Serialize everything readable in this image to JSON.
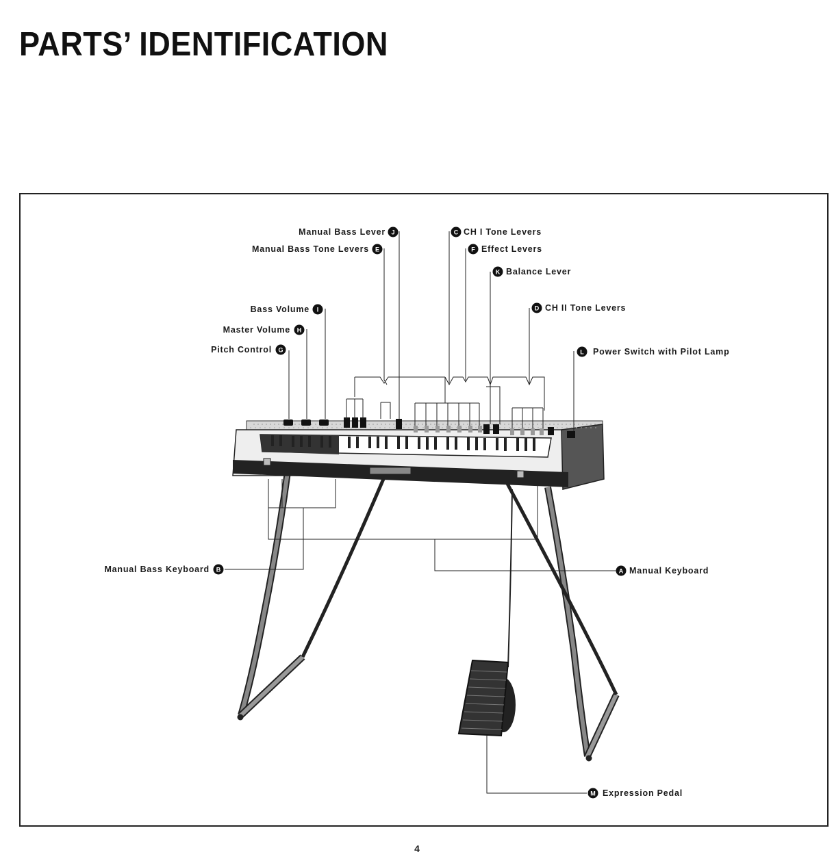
{
  "title": "PARTS’ IDENTIFICATION",
  "page_number": "4",
  "callouts": {
    "A": {
      "marker": "A",
      "label": "Manual Keyboard"
    },
    "B": {
      "marker": "B",
      "label": "Manual Bass Keyboard"
    },
    "C": {
      "marker": "C",
      "label": "CH I Tone Levers"
    },
    "D": {
      "marker": "D",
      "label": "CH II Tone Levers"
    },
    "E": {
      "marker": "E",
      "label": "Manual Bass Tone Levers"
    },
    "F": {
      "marker": "F",
      "label": "Effect Levers"
    },
    "G": {
      "marker": "G",
      "label": "Pitch Control"
    },
    "H": {
      "marker": "H",
      "label": "Master Volume"
    },
    "I": {
      "marker": "I",
      "label": "Bass Volume"
    },
    "J": {
      "marker": "J",
      "label": "Manual Bass Lever"
    },
    "K": {
      "marker": "K",
      "label": "Balance Lever"
    },
    "L": {
      "marker": "L",
      "label": "Power Switch with Pilot Lamp"
    },
    "M": {
      "marker": "M",
      "label": "Expression Pedal"
    }
  }
}
